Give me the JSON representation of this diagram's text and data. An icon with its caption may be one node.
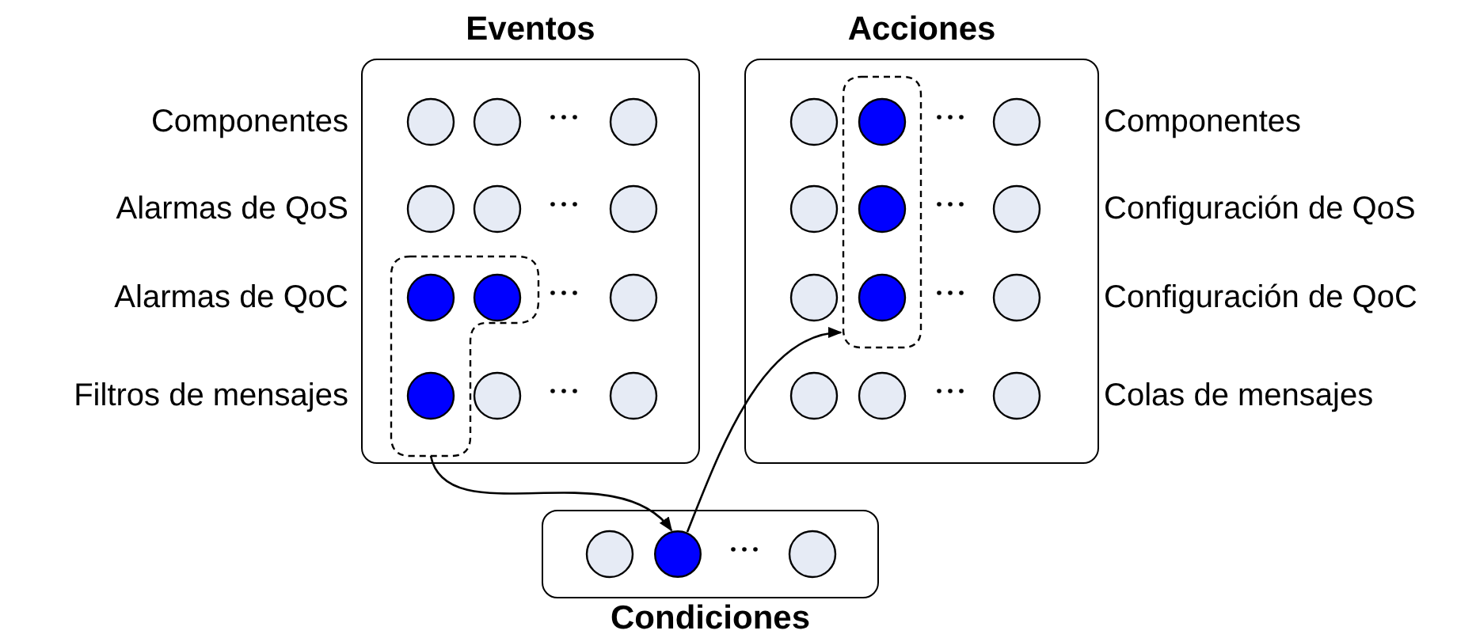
{
  "diagram": {
    "nodes": [
      {
        "text": [
          "Eventos"
        ]
      },
      {
        "text": [],
        "shape": "box",
        "in": 0
      },
      {
        "text": [
          "Acciones"
        ]
      },
      {
        "text": [],
        "shape": "box",
        "in": 2
      },
      {
        "text": [
          "Condiciones"
        ]
      },
      {
        "text": [],
        "shape": "circle",
        "in": 4
      }
    ],
    "edges": [
      {
        "from": 1,
        "to": 5,
        "arrow": "to"
      },
      {
        "from": 5,
        "to": 3,
        "arrow": "to"
      }
    ],
    "labels": [
      "Componentes",
      "Componentes",
      "Alarmas de QoS",
      "Configuración de QoS",
      "Alarmas de QoC",
      "Configuración de QoC",
      "Filtros de mensajes",
      "Colas de mensajes"
    ]
  }
}
